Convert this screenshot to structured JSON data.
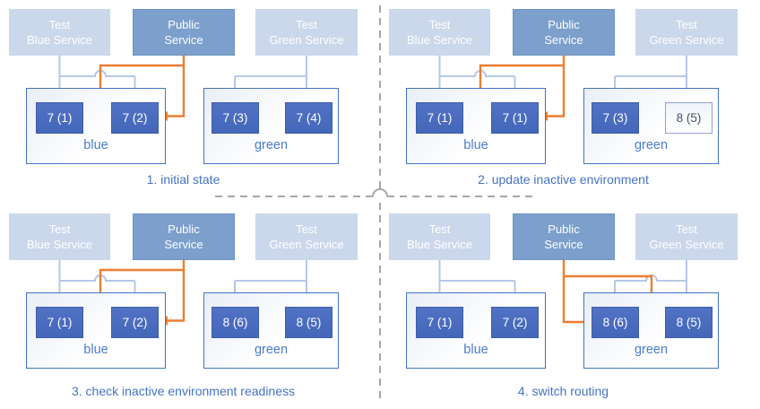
{
  "diagram_title": "blue-green deployment stages",
  "colors": {
    "service_light_fill": "#CBD7EB",
    "service_dark_fill": "#7C9FCC",
    "version_box_fill": "#4A6DC0",
    "version_box_border": "#3D5CA8",
    "outlined_box_border": "#8FA3C8",
    "outlined_box_text": "#44546A",
    "environment_border": "#4472C4",
    "environment_label_text": "#4A7CC9",
    "caption_text": "#4472C4",
    "connector_light_blue": "#B5C8E6",
    "route_orange": "#ED7D31",
    "divider_gray": "#A6A6A6"
  },
  "services": {
    "test_blue": {
      "line1": "Test",
      "line2": "Blue Service"
    },
    "public": {
      "line1": "Public",
      "line2": "Service"
    },
    "test_green": {
      "line1": "Test",
      "line2": "Green Service"
    }
  },
  "panels": [
    {
      "caption": "1. initial state",
      "blue": {
        "label": "blue",
        "v1": "7 (1)",
        "v2": "7 (2)"
      },
      "green": {
        "label": "green",
        "v1": "7 (3)",
        "v2": "7 (4)"
      },
      "public_routes_to": "blue"
    },
    {
      "caption": "2. update inactive environment",
      "blue": {
        "label": "blue",
        "v1": "7 (1)",
        "v2": "7 (1)"
      },
      "green": {
        "label": "green",
        "v1": "7 (3)",
        "v2": "8 (5)"
      },
      "public_routes_to": "blue"
    },
    {
      "caption": "3. check inactive environment readiness",
      "blue": {
        "label": "blue",
        "v1": "7 (1)",
        "v2": "7 (2)"
      },
      "green": {
        "label": "green",
        "v1": "8 (6)",
        "v2": "8 (5)"
      },
      "public_routes_to": "blue"
    },
    {
      "caption": "4. switch routing",
      "blue": {
        "label": "blue",
        "v1": "7 (1)",
        "v2": "7 (2)"
      },
      "green": {
        "label": "green",
        "v1": "8 (6)",
        "v2": "8 (5)"
      },
      "public_routes_to": "green"
    }
  ]
}
